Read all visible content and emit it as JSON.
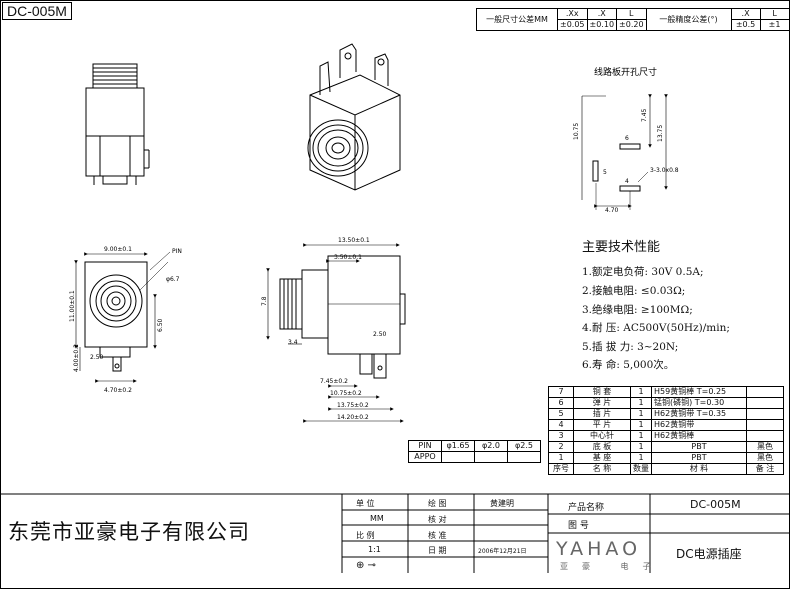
{
  "part_number": "DC-005M",
  "tolerance": {
    "label_size": "一般尺寸公差MM",
    "size_cols": [
      ".Xx",
      ".X",
      "L"
    ],
    "size_vals": [
      "±0.05",
      "±0.10",
      "±0.20"
    ],
    "label_angle": "一般精度公差(°)",
    "angle_cols": [
      ".X",
      "L"
    ],
    "angle_vals": [
      "±0.5",
      "±1"
    ]
  },
  "pcb_layout": {
    "title": "线路板开孔尺寸",
    "dims": [
      "10.75",
      "7.45",
      "13.75",
      "4.70",
      "3-3.0x0.8"
    ],
    "pins": [
      "6",
      "5",
      "4"
    ]
  },
  "front_view": {
    "dims": [
      "9.00±0.1",
      "11.00±0.1",
      "4.00±0.2",
      "2.50",
      "4.70±0.2",
      "6.50",
      "φ6.7"
    ],
    "labels": [
      "PIN"
    ]
  },
  "side_view": {
    "dims": [
      "13.50±0.1",
      "3.50±0.1",
      "7.8",
      "3.4",
      "2.50",
      "7.45±0.2",
      "10.75±0.2",
      "13.75±0.2",
      "14.20±0.2"
    ]
  },
  "pin_table": {
    "header": [
      "PIN",
      "φ1.65",
      "φ2.0",
      "φ2.5"
    ],
    "row2": [
      "APPO",
      "",
      "",
      ""
    ]
  },
  "specs": {
    "title": "主要技术性能",
    "items": [
      "1.额定电负荷:  30V 0.5A;",
      "2.接触电阻:  ≤0.03Ω;",
      "3.绝缘电阻:  ≥100MΩ;",
      "4.耐      压: AC500V(50Hz)/min;",
      "5.插  拔   力: 3~20N;",
      "6.寿      命: 5,000次。"
    ]
  },
  "bom": {
    "rows": [
      [
        "7",
        "铜 套",
        "1",
        "H59黄铜棒   T=0.25",
        ""
      ],
      [
        "6",
        "弹 片",
        "1",
        "锰铜(磷铜) T=0.30",
        ""
      ],
      [
        "5",
        "插 片",
        "1",
        "H62黄铜带   T=0.35",
        ""
      ],
      [
        "4",
        "平 片",
        "1",
        "H62黄铜带",
        ""
      ],
      [
        "3",
        "中心针",
        "1",
        "H62黄铜棒",
        ""
      ],
      [
        "2",
        "底 板",
        "1",
        "PBT",
        "黑色"
      ],
      [
        "1",
        "基 座",
        "1",
        "PBT",
        "黑色"
      ]
    ],
    "header": [
      "序号",
      "名  称",
      "数量",
      "材   料",
      "备 注"
    ]
  },
  "title_block": {
    "company": "东莞市亚豪电子有限公司",
    "unit_label": "单  位",
    "unit_value": "MM",
    "scale_label": "比  例",
    "scale_value": "1:1",
    "draw_label": "绘  图",
    "draw_name": "黄建明",
    "check_label": "核  对",
    "approve_label": "核  准",
    "date_label": "日  期",
    "date_value": "2006年12月21日",
    "product_name_label": "产品名称",
    "product_name": "DC-005M",
    "drawing_no_label": "图   号",
    "logo": "YAHAO",
    "logo_cn": "亚豪 电子",
    "product_type": "DC电源插座"
  }
}
